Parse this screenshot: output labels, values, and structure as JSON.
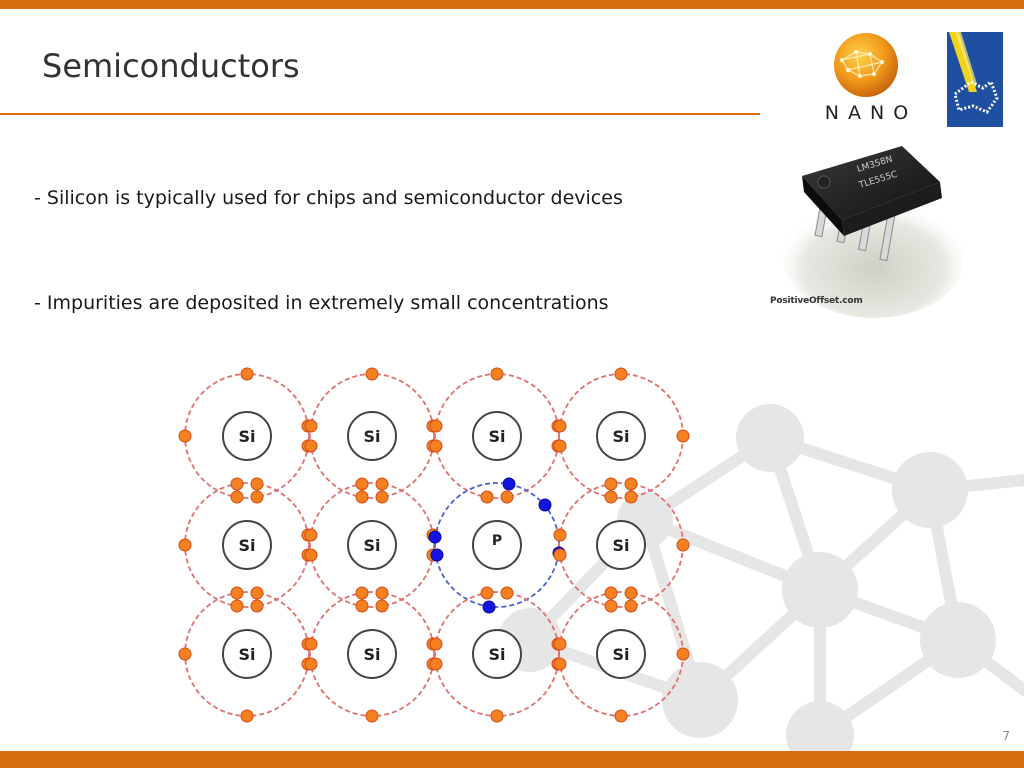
{
  "slide": {
    "title": "Semiconductors",
    "bullets": [
      "- Silicon is typically used for chips and semiconductor devices",
      "- Impurities are deposited in extremely small concentrations"
    ],
    "page_number": "7"
  },
  "logos": {
    "nano_text": "NANO"
  },
  "chip_image": {
    "credit": "PositiveOffset.com",
    "marking_1": "LM358N",
    "marking_2": "TLE555C"
  },
  "lattice": {
    "atoms": [
      [
        "Si",
        "Si",
        "Si",
        "Si"
      ],
      [
        "Si",
        "Si",
        "P",
        "Si"
      ],
      [
        "Si",
        "Si",
        "Si",
        "Si"
      ]
    ],
    "colors": {
      "si_shell": "#e07070",
      "p_shell": "#4a5fd6",
      "si_electron": "#f4811f",
      "p_electron": "#1414e0"
    }
  },
  "colors": {
    "accent": "#d96d12",
    "title_text": "#333333",
    "network_nodes": "#e6e6e6"
  }
}
